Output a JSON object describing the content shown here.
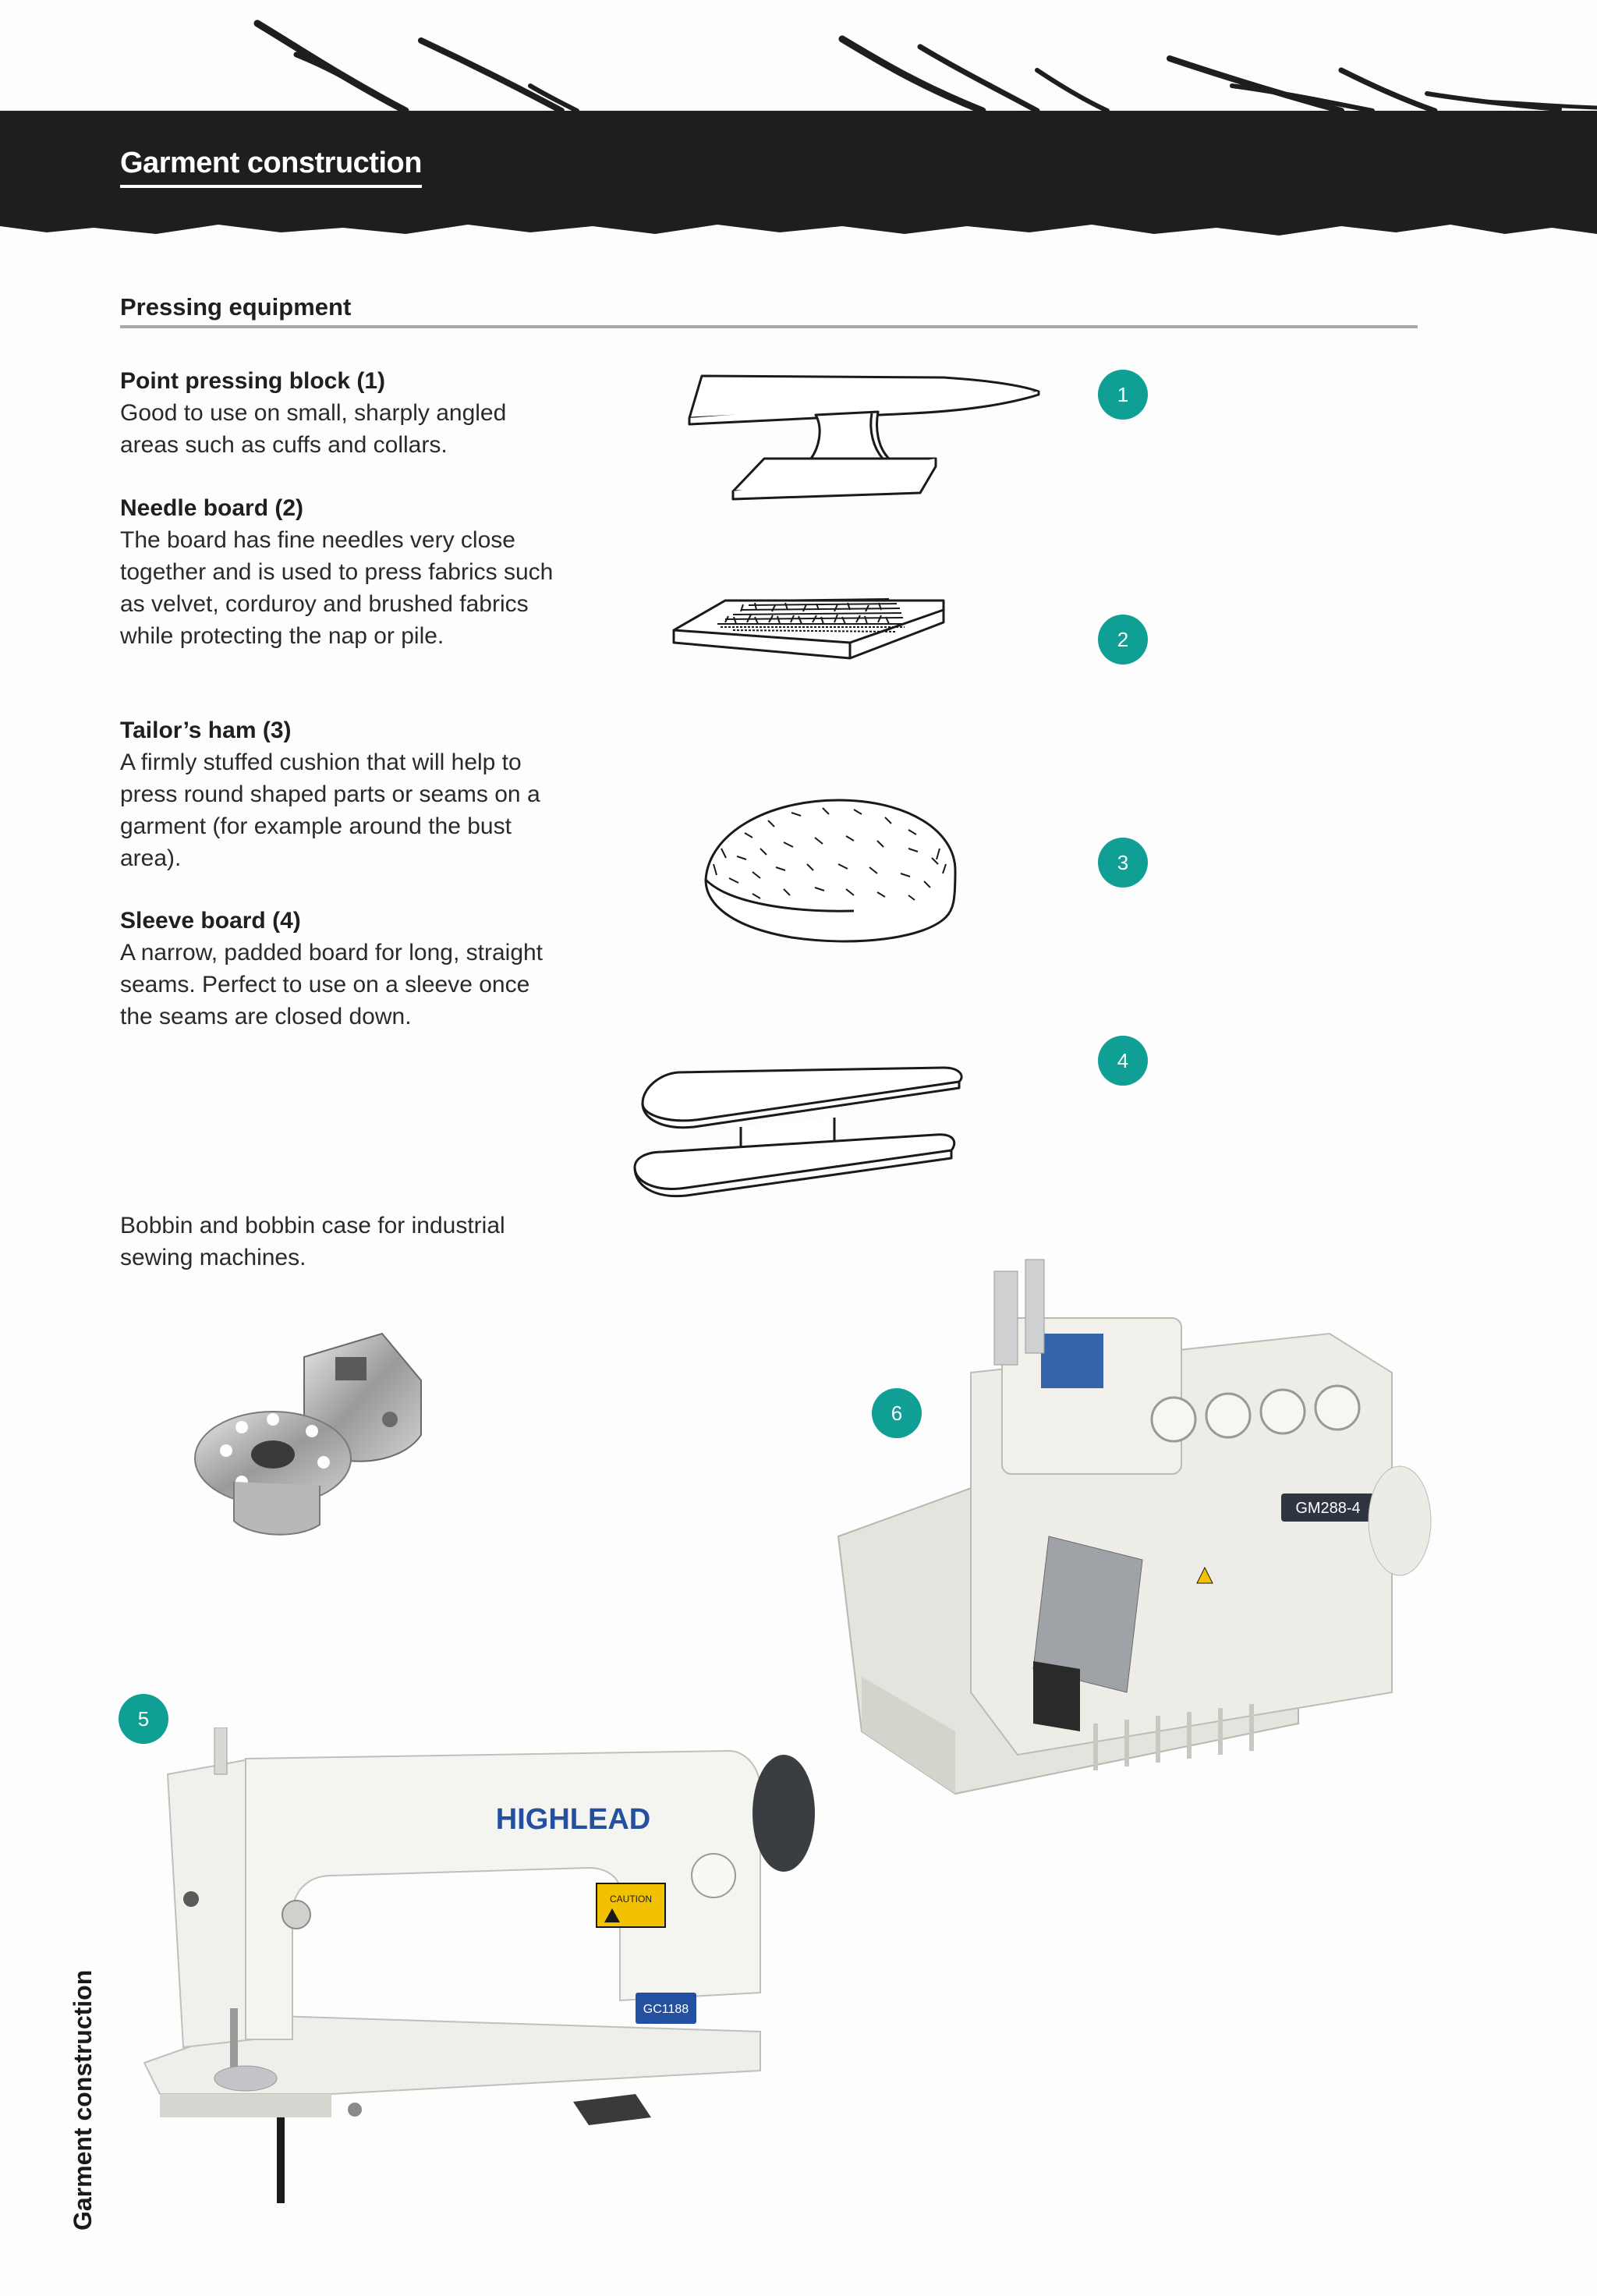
{
  "header": {
    "title": "Garment construction"
  },
  "section": {
    "heading": "Pressing equipment"
  },
  "items": [
    {
      "title": "Point pressing block (1)",
      "description": "Good to use on small, sharply angled areas such as cuffs and collars."
    },
    {
      "title": "Needle board (2)",
      "description": "The board has fine needles very close together and is used to press fabrics such as velvet, corduroy and brushed fabrics while protecting the nap or pile."
    },
    {
      "title": "Tailor’s ham (3)",
      "description": "A firmly stuffed cushion that will help to press round shaped parts or seams on a garment (for example around the bust area)."
    },
    {
      "title": "Sleeve board (4)",
      "description": "A narrow, padded board for long, straight seams. Perfect to use on a sleeve once the seams are closed down."
    }
  ],
  "bobbin_caption": "Bobbin and bobbin case for industrial sewing machines.",
  "badges": [
    "1",
    "2",
    "3",
    "4",
    "5",
    "6"
  ],
  "machines": {
    "lockstitch": {
      "brand": "HIGHLEAD",
      "model": "GC1188",
      "caution": "CAUTION"
    },
    "overlock": {
      "model": "GM288-4"
    }
  },
  "side_label": "Garment construction",
  "colors": {
    "banner": "#1f1e1f",
    "badge": "#0f9f94",
    "rule": "#a7a7a7"
  }
}
